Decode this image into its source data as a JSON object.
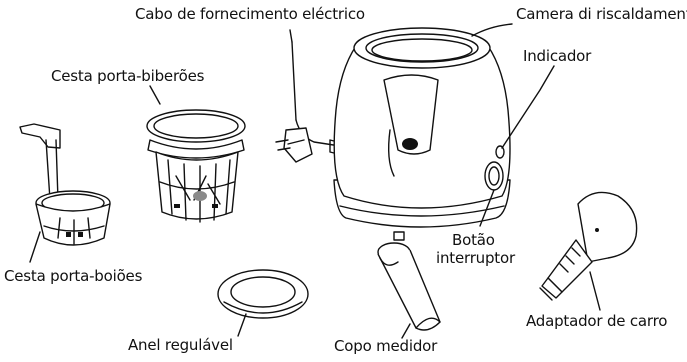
{
  "labels": {
    "power_cable": "Cabo de fornecimento eléctrico",
    "heating_chamber": "Camera di riscaldamento",
    "bottle_basket": "Cesta porta-biberões",
    "indicator": "Indicador",
    "jar_basket": "Cesta porta-boiões",
    "switch_line1": "Botão",
    "switch_line2": "interruptor",
    "adjustable_ring": "Anel regulável",
    "measuring_cup": "Copo medidor",
    "car_adapter": "Adaptador de carro"
  }
}
